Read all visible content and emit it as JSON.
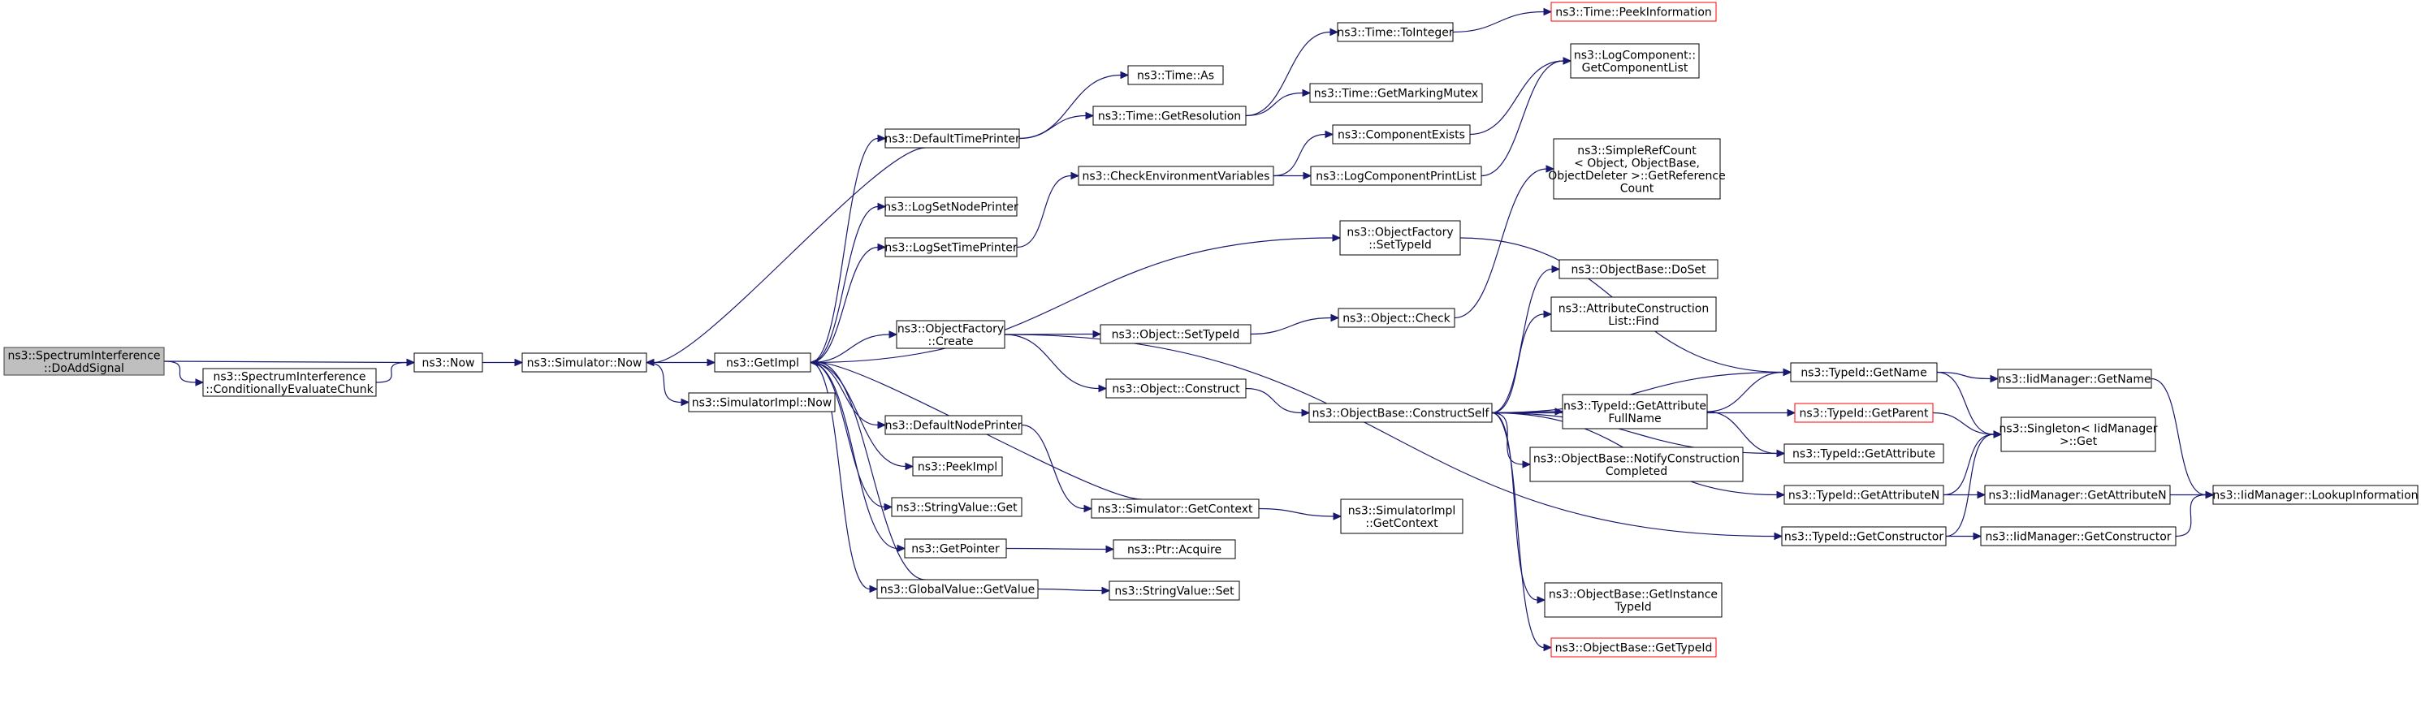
{
  "colors": {
    "edge": "#191970",
    "root_fill": "#bfbfbf",
    "red_border": "#ff0000"
  },
  "nodes": {
    "doaddsignal": [
      "ns3::SpectrumInterference",
      "::DoAddSignal"
    ],
    "condeval": [
      "ns3::SpectrumInterference",
      "::ConditionallyEvaluateChunk"
    ],
    "now": [
      "ns3::Now"
    ],
    "simnow": [
      "ns3::Simulator::Now"
    ],
    "getimpl": [
      "ns3::GetImpl"
    ],
    "simimplnow": [
      "ns3::SimulatorImpl::Now"
    ],
    "defaulttimeprinter": [
      "ns3::DefaultTimePrinter"
    ],
    "logsetnodeprinter": [
      "ns3::LogSetNodePrinter"
    ],
    "logsettimeprinter": [
      "ns3::LogSetTimePrinter"
    ],
    "objfactorycreate": [
      "ns3::ObjectFactory",
      "::Create"
    ],
    "defaultnodeprinter": [
      "ns3::DefaultNodePrinter"
    ],
    "peekimpl": [
      "ns3::PeekImpl"
    ],
    "stringvalueget": [
      "ns3::StringValue::Get"
    ],
    "getpointer": [
      "ns3::GetPointer"
    ],
    "globalvalueget": [
      "ns3::GlobalValue::GetValue"
    ],
    "timeas": [
      "ns3::Time::As"
    ],
    "timegetres": [
      "ns3::Time::GetResolution"
    ],
    "checkenv": [
      "ns3::CheckEnvironmentVariables"
    ],
    "objsettypeid": [
      "ns3::Object::SetTypeId"
    ],
    "objconstruct": [
      "ns3::Object::Construct"
    ],
    "simgetcontext": [
      "ns3::Simulator::GetContext"
    ],
    "ptracquire": [
      "ns3::Ptr::Acquire"
    ],
    "stringvalueset": [
      "ns3::StringValue::Set"
    ],
    "timetoint": [
      "ns3::Time::ToInteger"
    ],
    "timemarking": [
      "ns3::Time::GetMarkingMutex"
    ],
    "compexists": [
      "ns3::ComponentExists"
    ],
    "logcompprint": [
      "ns3::LogComponentPrintList"
    ],
    "objfactorysettype": [
      "ns3::ObjectFactory",
      "::SetTypeId"
    ],
    "objcheck": [
      "ns3::Object::Check"
    ],
    "objbaseconstructself": [
      "ns3::ObjectBase::ConstructSelf"
    ],
    "simimplgetcontext": [
      "ns3::SimulatorImpl",
      "::GetContext"
    ],
    "timepeek": [
      "ns3::Time::PeekInformation"
    ],
    "logcompgetlist": [
      "ns3::LogComponent::",
      "GetComponentList"
    ],
    "simplerefcount": [
      "ns3::SimpleRefCount",
      "< Object, ObjectBase,",
      " ObjectDeleter >::GetReference",
      "Count"
    ],
    "objbasedoset": [
      "ns3::ObjectBase::DoSet"
    ],
    "attrconstructfind": [
      "ns3::AttributeConstruction",
      "List::Find"
    ],
    "typeidgetattrfull": [
      "ns3::TypeId::GetAttribute",
      "FullName"
    ],
    "objbasenotify": [
      "ns3::ObjectBase::NotifyConstruction",
      "Completed"
    ],
    "objbasegetinstance": [
      "ns3::ObjectBase::GetInstance",
      "TypeId"
    ],
    "objbasegettypeid": [
      "ns3::ObjectBase::GetTypeId"
    ],
    "typeidgetname": [
      "ns3::TypeId::GetName"
    ],
    "typeidgetparent": [
      "ns3::TypeId::GetParent"
    ],
    "typeidgetattribute": [
      "ns3::TypeId::GetAttribute"
    ],
    "typeidgetattrn": [
      "ns3::TypeId::GetAttributeN"
    ],
    "typeidgetconstructor": [
      "ns3::TypeId::GetConstructor"
    ],
    "iidgetname": [
      "ns3::IidManager::GetName"
    ],
    "singletonget": [
      "ns3::Singleton< IidManager",
      " >::Get"
    ],
    "iidgetattrn": [
      "ns3::IidManager::GetAttributeN"
    ],
    "iidgetconstructor": [
      "ns3::IidManager::GetConstructor"
    ],
    "iidlookup": [
      "ns3::IidManager::LookupInformation"
    ]
  }
}
